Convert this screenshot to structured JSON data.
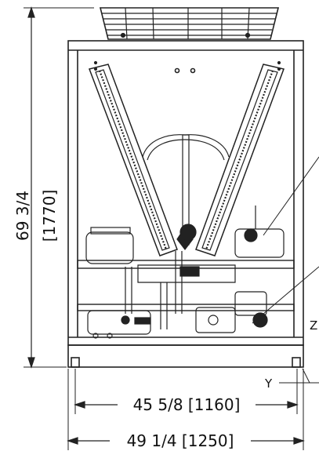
{
  "drawing": {
    "height_dimension": "69 3/4",
    "height_dimension_metric": "[1770]",
    "inner_width_dimension": "45 5/8 [1160]",
    "overall_width_dimension": "49 1/4 [1250]",
    "callout_y": "Y",
    "callout_z": "Z"
  }
}
